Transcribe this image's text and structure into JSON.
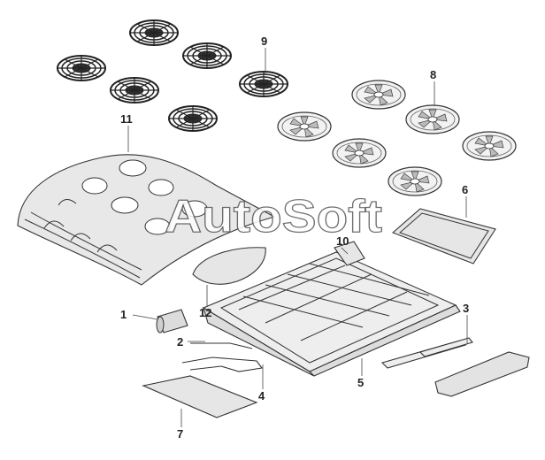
{
  "watermark": {
    "text": "AutoSoft"
  },
  "callouts": {
    "c1": "1",
    "c2": "2",
    "c3": "3",
    "c4": "4",
    "c5": "5",
    "c6": "6",
    "c7": "7",
    "c8": "8",
    "c9": "9",
    "c10": "10",
    "c11": "11",
    "c12": "12"
  },
  "colors": {
    "line": "#333333",
    "fill": "#e6e6e6",
    "dark": "#2b2b2b"
  }
}
